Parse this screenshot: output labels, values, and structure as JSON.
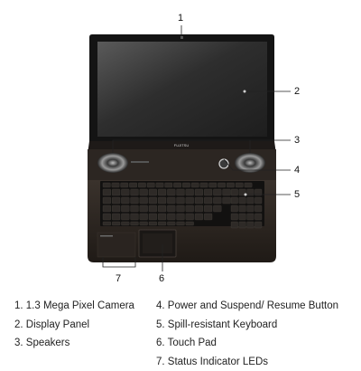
{
  "diagram": {
    "brand_logo": "FUJITSU",
    "callouts": [
      "1",
      "2",
      "3",
      "4",
      "5",
      "6",
      "7"
    ]
  },
  "legend": {
    "left": [
      "1. 1.3 Mega Pixel Camera",
      "2. Display Panel",
      "3. Speakers"
    ],
    "right": [
      "4. Power and Suspend/ Resume Button",
      "5. Spill-resistant Keyboard",
      "6. Touch Pad",
      "7. Status Indicator LEDs"
    ]
  },
  "colors": {
    "bezel": "#141414",
    "screen": "#3a3a3a",
    "base": "#2a2420",
    "keys": "#1a1816",
    "leader_lines": "#222222"
  }
}
